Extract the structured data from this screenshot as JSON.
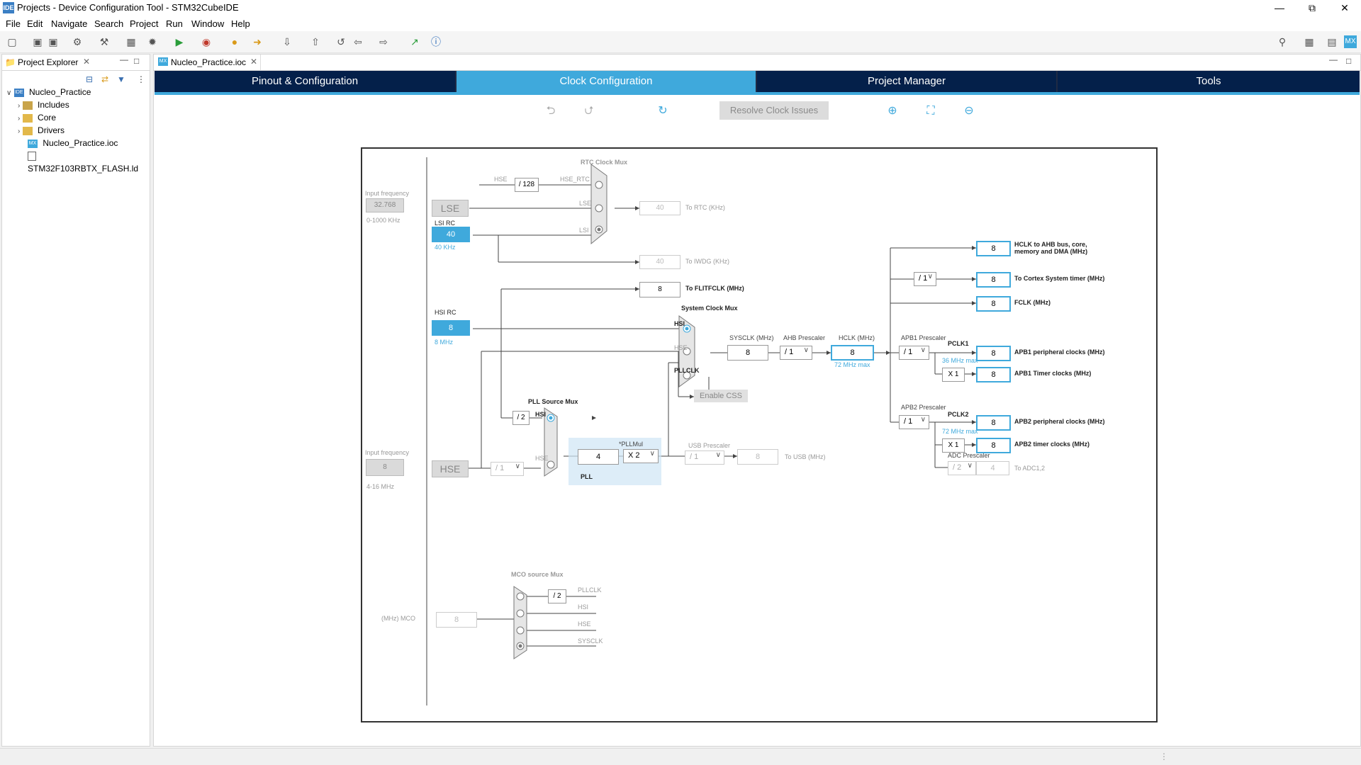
{
  "window": {
    "title": "Projects - Device Configuration Tool - STM32CubeIDE",
    "app_icon_text": "IDE"
  },
  "menu": [
    "File",
    "Edit",
    "Navigate",
    "Search",
    "Project",
    "Run",
    "Window",
    "Help"
  ],
  "explorer": {
    "tab_label": "Project Explorer",
    "project": "Nucleo_Practice",
    "items": [
      "Includes",
      "Core",
      "Drivers",
      "Nucleo_Practice.ioc",
      "STM32F103RBTX_FLASH.ld"
    ]
  },
  "editor": {
    "tab_label": "Nucleo_Practice.ioc",
    "main_tabs": [
      "Pinout & Configuration",
      "Clock Configuration",
      "Project Manager",
      "Tools"
    ],
    "active_tab": "Clock Configuration",
    "resolve_label": "Resolve Clock Issues"
  },
  "diagram": {
    "input_freq_label": "Input frequency",
    "lse_freq": "32.768",
    "lse_range": "0-1000 KHz",
    "lse_label": "LSE",
    "lsi_rc_label": "LSI RC",
    "lsi_value": "40",
    "lsi_unit": "40 KHz",
    "hsi_rc_label": "HSI RC",
    "hsi_value": "8",
    "hsi_unit": "8 MHz",
    "hse_freq": "8",
    "hse_range": "4-16 MHz",
    "hse_label": "HSE",
    "rtc_mux_label": "RTC Clock Mux",
    "rtc_hse": "HSE",
    "rtc_div": "/ 128",
    "rtc_hse_rtc": "HSE_RTC",
    "rtc_lse": "LSE",
    "rtc_lsi": "LSI",
    "rtc_out": "40",
    "rtc_out_label": "To RTC (KHz)",
    "iwdg_out": "40",
    "iwdg_label": "To IWDG (KHz)",
    "flit_out": "8",
    "flit_label": "To FLITFCLK (MHz)",
    "sys_mux_label": "System Clock Mux",
    "sys_hsi": "HSI",
    "sys_hse": "HSE",
    "sys_pllclk": "PLLCLK",
    "enable_css": "Enable CSS",
    "sysclk_label": "SYSCLK (MHz)",
    "sysclk": "8",
    "ahb_label": "AHB Prescaler",
    "ahb": "/ 1",
    "hclk_label": "HCLK (MHz)",
    "hclk": "8",
    "hclk_max": "72 MHz max",
    "apb1_label": "APB1 Prescaler",
    "apb1": "/ 1",
    "pclk1": "PCLK1",
    "pclk1_max": "36 MHz max",
    "apb2_label": "APB2 Prescaler",
    "apb2": "/ 1",
    "pclk2": "PCLK2",
    "pclk2_max": "72 MHz max",
    "adc_label": "ADC Prescaler",
    "adc": "/ 2",
    "cortex_div": "/ 1",
    "x1a": "X 1",
    "x1b": "X 1",
    "outputs": [
      {
        "value": "8",
        "label": "HCLK to AHB bus, core, memory and DMA (MHz)"
      },
      {
        "value": "8",
        "label": "To Cortex System timer (MHz)"
      },
      {
        "value": "8",
        "label": "FCLK (MHz)"
      },
      {
        "value": "8",
        "label": "APB1 peripheral clocks (MHz)"
      },
      {
        "value": "8",
        "label": "APB1 Timer clocks (MHz)"
      },
      {
        "value": "8",
        "label": "APB2 peripheral clocks (MHz)"
      },
      {
        "value": "8",
        "label": "APB2 timer clocks (MHz)"
      },
      {
        "value": "4",
        "label": "To ADC1,2"
      }
    ],
    "pll_src_label": "PLL Source Mux",
    "pll_hsi_div": "/ 2",
    "pll_hsi": "HSI",
    "pll_hse": "HSE",
    "pll_hse_div": "/ 1",
    "pll_value": "4",
    "pll_label": "PLL",
    "pllmul_label": "*PLLMul",
    "pllmul": "X 2",
    "usb_label": "USB Prescaler",
    "usb_div": "/ 1",
    "usb_out": "8",
    "usb_out_label": "To USB (MHz)",
    "mco_label": "MCO source Mux",
    "mco_div": "/ 2",
    "mco_pllclk": "PLLCLK",
    "mco_hsi": "HSI",
    "mco_hse": "HSE",
    "mco_sysclk": "SYSCLK",
    "mco_out_label": "(MHz) MCO",
    "mco_out": "8"
  }
}
